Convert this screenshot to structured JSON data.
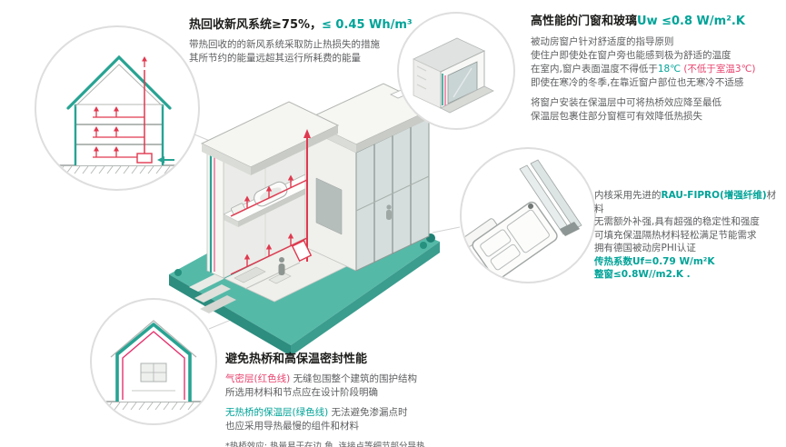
{
  "colors": {
    "green": "#00a398",
    "red": "#e8426d",
    "gray": "#5d5e60",
    "black": "#1d1d1b",
    "teal_ground": "#55b9a8",
    "duct_red": "#e0394f"
  },
  "ventilation": {
    "title_black": "热回收新风系统≥75%，",
    "title_green": "≤ 0.45 Wh/m³",
    "line1": "带热回收的的新风系统采取防止热损失的措施",
    "line2": "其所节约的能量远超其运行所耗费的能量"
  },
  "windows": {
    "title_black": "高性能的门窗和玻璃",
    "title_green": "Uw ≤0.8 W/m².K",
    "p1_l1": "被动房窗户针对舒适度的指导原则",
    "p1_l2": "使住户即使处在窗户旁也能感到极为舒适的温度",
    "p1_l3_pre": "在室内,窗户表面温度不得低于",
    "p1_l3_temp": "18℃",
    "p1_l3_paren": " (不低于室温3℃)",
    "p1_l4": "即使在寒冷的冬季,在靠近窗户部位也无寒冷不适感",
    "p2_l1": "将窗户安装在保温层中可将热桥效应降至最低",
    "p2_l2": "保温层包裹住部分窗框可有效降低热损失"
  },
  "profile": {
    "l1_pre": "内核采用先进的",
    "l1_green": "RAU-FIPRO(增强纤维)",
    "l1_post": "材料",
    "l2": "无需额外补强,具有超强的稳定性和强度",
    "l3": "可填充保温隔热材料轻松满足节能需求",
    "l4": "拥有德国被动房PHI认证",
    "l5": "传热系数Uf=0.79 W/m²K",
    "l6": "整窗≤0.8W//m2.K ."
  },
  "thermal": {
    "title": "避免热桥和高保温密封性能",
    "l1_red": "气密层(红色线)",
    "l1_rest": " 无缝包围整个建筑的围护结构",
    "l2": "所选用材料和节点应在设计阶段明确",
    "l3_green": "无热桥的保温层(绿色线)",
    "l3_rest": " 无法避免渗漏点时",
    "l4": "也应采用导热最慢的组件和材料",
    "footnote": "*热桥效应: 热量易于在边,角, 连接点等细节部分导热"
  },
  "illustrations": {
    "c1": "house-section-ventilation-illustration",
    "c2": "window-installation-corner-illustration",
    "c3": "window-profile-cross-section-illustration",
    "c4": "house-section-insulation-illustration",
    "center": "passive-house-isometric-cutaway-illustration"
  }
}
